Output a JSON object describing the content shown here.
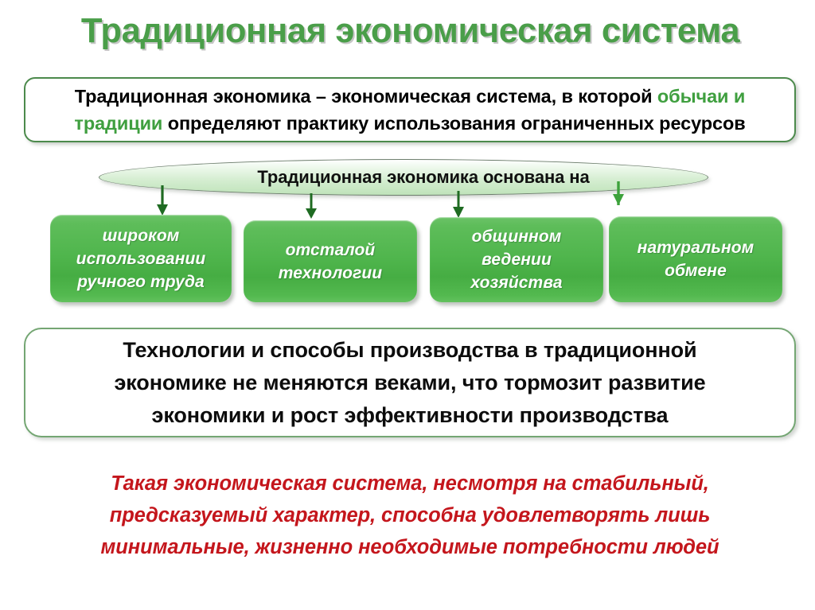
{
  "slide": {
    "title": "Традиционная экономическая система",
    "title_color": "#4a9e49",
    "background_color": "#ffffff"
  },
  "definition": {
    "part1": "Традиционная экономика – экономическая система, в которой ",
    "highlight1": "обычаи и традиции",
    "part2": " определяют практику использования ограниченных ресурсов",
    "highlight_color": "#3f9f3f",
    "border_color": "#4c8a4c"
  },
  "ellipse": {
    "label": "Традиционная экономика основана на",
    "fill_from": "#ffffff",
    "fill_to": "#bfe3ba",
    "border_color": "#6d7e6d"
  },
  "arrows": [
    {
      "name": "arrow-to-box-1"
    },
    {
      "name": "arrow-to-box-2"
    },
    {
      "name": "arrow-to-box-3"
    },
    {
      "name": "arrow-to-box-4"
    }
  ],
  "boxes": [
    {
      "label": "широком\nиспользовании\nручного труда"
    },
    {
      "label": "отсталой\nтехнологии"
    },
    {
      "label": "общинном\nведении\nхозяйства"
    },
    {
      "label": "натуральном\nобмене"
    }
  ],
  "box_color": "#4fb54c",
  "conclusion": {
    "text": "Технологии и способы производства в традиционной\nэкономике не меняются веками, что тормозит развитие\nэкономики и рост эффективности производства",
    "border_color": "#74a673"
  },
  "closing": {
    "text": "Такая экономическая система, несмотря на стабильный,\nпредсказуемый характер, способна удовлетворять лишь\nминимальные, жизненно необходимые потребности людей",
    "color": "#c4161c"
  }
}
